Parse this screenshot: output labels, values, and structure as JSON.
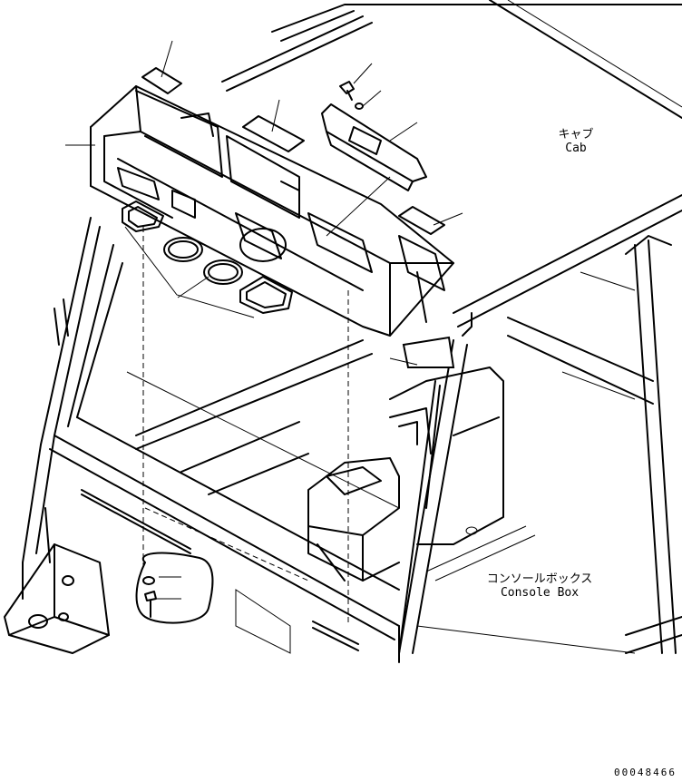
{
  "labels": {
    "cab_ja": "キャブ",
    "cab_en": "Cab",
    "console_ja": "コンソールボックス",
    "console_en": "Console Box"
  },
  "drawing_number": "00048466"
}
